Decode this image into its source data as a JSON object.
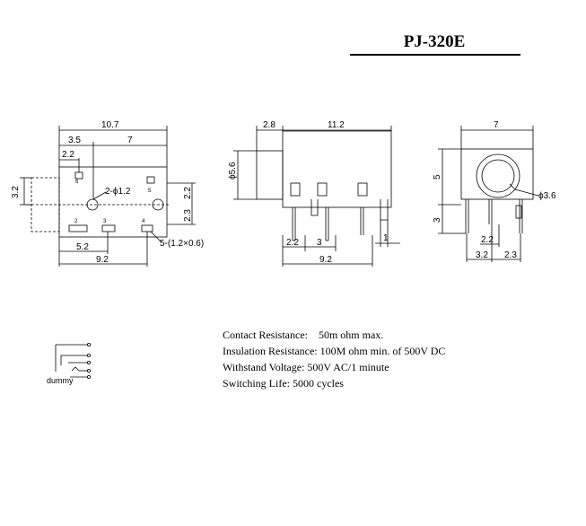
{
  "title": "PJ-320E",
  "specs": [
    "Contact Resistance:    50m ohm max.",
    "Insulation Resistance: 100M ohm min. of 500V DC",
    "Withstand Voltage: 500V AC/1 minute",
    "Switching Life: 5000 cycles"
  ],
  "top_view": {
    "dims": {
      "overall": "10.7",
      "a": "3.5",
      "b": "7",
      "c": "2.2",
      "height": "3.2",
      "right_upper": "2.2",
      "right_lower": "2.3",
      "hole": "2-ϕ1.2",
      "bottom_a": "5.2",
      "bottom_b": "9.2",
      "pads": "5-(1.2×0.6)"
    },
    "pins": [
      "6",
      "5",
      "2",
      "3",
      "4"
    ]
  },
  "side_view": {
    "dims": {
      "left": "2.8",
      "right": "11.2",
      "dia": "ϕ5.6",
      "p1": "2.2",
      "p2": "3",
      "bottom": "9.2",
      "end": "1"
    }
  },
  "end_view": {
    "dims": {
      "width": "7",
      "h1": "5",
      "h2": "3",
      "dia": "ϕ3.6",
      "p1": "2.2",
      "p2": "3.2",
      "p3": "2.3"
    }
  },
  "schematic": {
    "label": "dummy"
  }
}
